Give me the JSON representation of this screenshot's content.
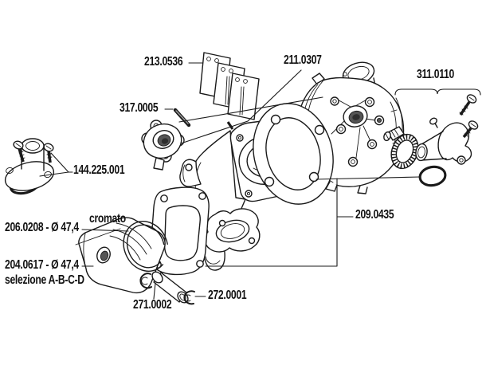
{
  "figure": {
    "type": "exploded-parts-diagram",
    "colors": {
      "line": "#1a1a1a",
      "background": "#ffffff"
    },
    "labels": {
      "reed_petals": "213.0536",
      "reed_pin": "317.0005",
      "cylinder_head": "211.0307",
      "water_outlet_kit": "311.0110",
      "intake_manifold": "144.225.001",
      "piston_ring": "206.0208 - Ø 47,4",
      "piston_ring_note": "cromato",
      "piston": "204.0617 - Ø 47,4",
      "piston_note": "selezione A-B-C-D",
      "piston_pin": "271.0002",
      "circlip": "272.0001",
      "gasket_set": "209.0435"
    }
  }
}
